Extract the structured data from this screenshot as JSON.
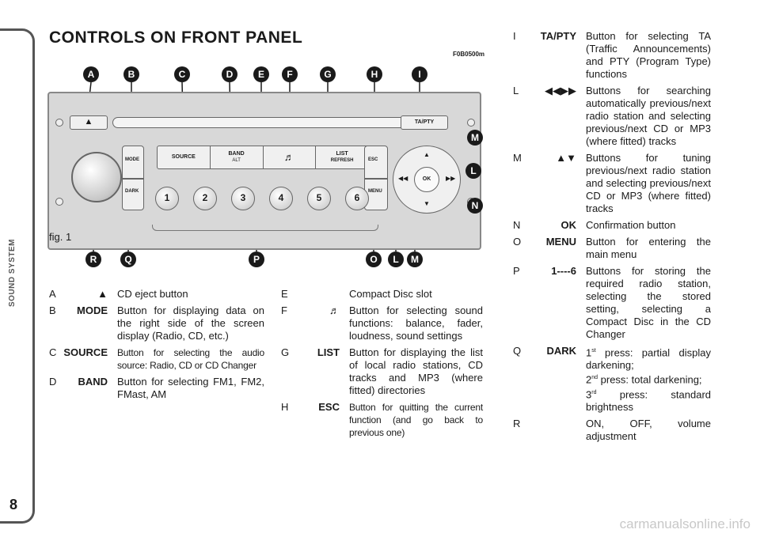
{
  "side_label": "SOUND SYSTEM",
  "page_number": "8",
  "title": "CONTROLS ON FRONT PANEL",
  "figure": {
    "code": "F0B0500m",
    "label": "fig. 1",
    "callouts_top": [
      "A",
      "B",
      "C",
      "D",
      "E",
      "F",
      "G",
      "H",
      "I"
    ],
    "callouts_right": [
      "M",
      "L",
      "N"
    ],
    "callouts_bottom": [
      "R",
      "Q",
      "P",
      "O",
      "L",
      "M"
    ],
    "buttons": {
      "eject": "▲",
      "tapty": "TA/PTY",
      "mode": "MODE",
      "dark": "DARK",
      "source": "SOURCE",
      "band": "BAND",
      "alt": "ALT",
      "note": "♬",
      "list": "LIST",
      "refresh": "REFRESH",
      "esc": "ESC",
      "menu": "MENU",
      "ok": "OK",
      "presets": [
        "1",
        "2",
        "3",
        "4",
        "5",
        "6"
      ]
    }
  },
  "items_col1": [
    {
      "key": "A",
      "symbol": "▲",
      "desc": "CD eject button"
    },
    {
      "key": "B",
      "symbol": "MODE",
      "desc": "Button for displaying data on the right side of the screen display (Radio, CD, etc.)"
    },
    {
      "key": "C",
      "symbol": "SOURCE",
      "desc": "Button for selecting the audio source: Radio, CD or CD Changer"
    },
    {
      "key": "D",
      "symbol": "BAND",
      "desc": "Button for selecting FM1, FM2, FMast, AM"
    }
  ],
  "items_col2": [
    {
      "key": "E",
      "symbol": "",
      "desc": "Compact Disc slot"
    },
    {
      "key": "F",
      "symbol": "♬",
      "desc": "Button for selecting sound functions: balance, fader, loudness, sound settings"
    },
    {
      "key": "G",
      "symbol": "LIST",
      "desc": "Button for displaying the list of local radio stations, CD tracks and MP3 (where fitted) directories"
    },
    {
      "key": "H",
      "symbol": "ESC",
      "desc": "Button for quitting the current function (and go back to previous one)"
    }
  ],
  "items_col3": [
    {
      "key": "I",
      "symbol": "TA/PTY",
      "desc": "Button for selecting TA (Traffic Announcements) and PTY (Program Type) functions"
    },
    {
      "key": "L",
      "symbol": "◀◀▶▶",
      "desc": "Buttons for searching automatically previous/next radio station and selecting previous/next CD or MP3 (where fitted) tracks"
    },
    {
      "key": "M",
      "symbol": "▲▼",
      "desc": "Buttons for tuning previous/next radio station and selecting previous/next CD or MP3 (where fitted) tracks"
    },
    {
      "key": "N",
      "symbol": "OK",
      "desc": "Confirmation button"
    },
    {
      "key": "O",
      "symbol": "MENU",
      "desc": "Button for entering the main menu"
    },
    {
      "key": "P",
      "symbol": "1----6",
      "desc": "Buttons for storing the required radio station, selecting the stored setting, selecting a Compact Disc in the CD Changer"
    },
    {
      "key": "Q",
      "symbol": "DARK",
      "desc_parts": [
        "1",
        "st",
        " press: partial display darkening;",
        "2",
        "nd",
        " press: total darkening;",
        "3",
        "rd",
        " press: standard brightness"
      ]
    },
    {
      "key": "R",
      "symbol": "",
      "desc": "ON, OFF, volume adjustment"
    }
  ],
  "watermark": "carmanualsonline.info"
}
